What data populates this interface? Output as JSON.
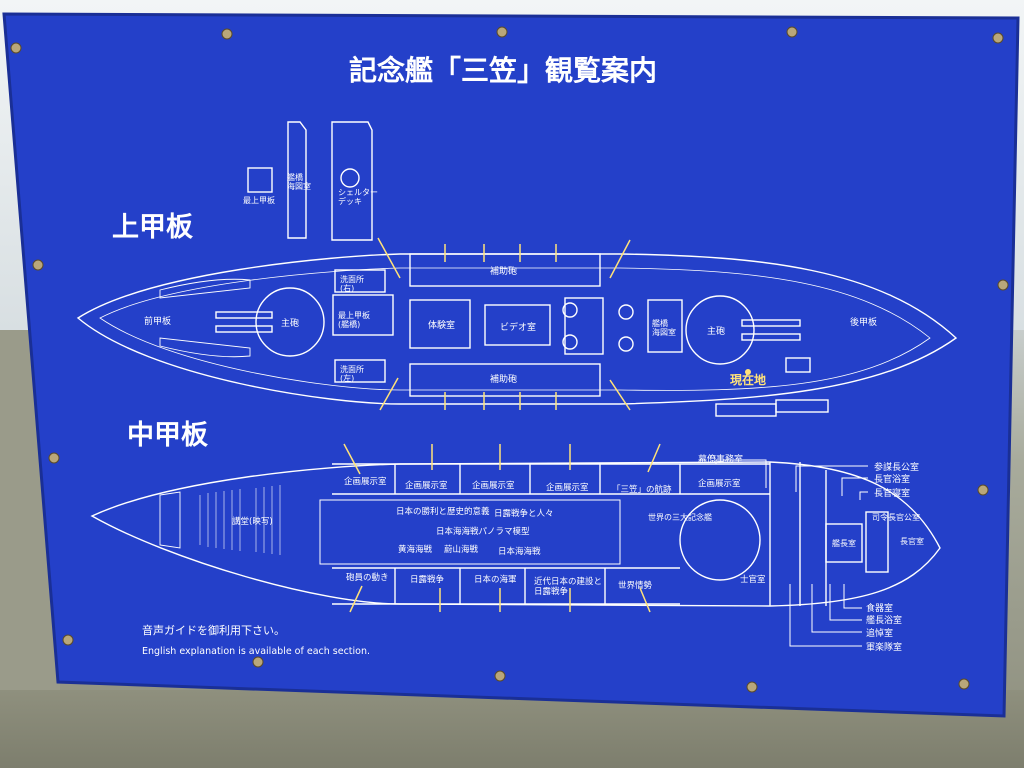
{
  "sign": {
    "title": "記念艦「三笠」観覧案内",
    "upper_deck_heading": "上甲板",
    "middle_deck_heading": "中甲板",
    "footer_jp": "音声ガイドを御利用下さい。",
    "footer_en": "English explanation is available of each section.",
    "colors": {
      "panel": "#2440c9",
      "line": "#ffffff",
      "accent": "#ffe27a"
    }
  },
  "upper_deck": {
    "top_structures": {
      "shelter_deck": "シェルター\nデッキ",
      "top_deck": "最上甲板",
      "chart_room": "艦橋\n海図室"
    },
    "labels": {
      "fore_deck": "前甲板",
      "main_gun_fore": "主砲",
      "washroom_right": "洗面所\n(右)",
      "washroom_left": "洗面所\n(左)",
      "bridge_ship": "最上甲板\n(艦橋)",
      "gym": "体験室",
      "video": "ビデオ室",
      "secondary_top": "補助砲",
      "secondary_bottom": "補助砲",
      "bridge_room": "艦橋\n海図室",
      "main_gun_aft": "主砲",
      "aft_deck": "後甲板",
      "you_are_here": "現在地"
    }
  },
  "middle_deck": {
    "labels": {
      "lecture": "講堂(映写)",
      "exhibit_1": "企画展示室",
      "exhibit_2": "企画展示室",
      "exhibit_3": "企画展示室",
      "exhibit_4": "企画展示室",
      "mikasa_path": "「三笠」の航跡",
      "exhibit_5": "企画展示室",
      "history": "日本の勝利と歴史的意義",
      "russo": "日露戦争と人々",
      "panorama": "日本海海戦パノラマ模型",
      "yellow_sea": "黄海海戦",
      "ulsan": "蔚山海戦",
      "japan_sea": "日本海海戦",
      "world_three": "世界の三大記念艦",
      "crew": "砲員の動き",
      "russo_war": "日露戦争",
      "navy": "日本の海軍",
      "modern": "近代日本の建設と\n日露戦争",
      "world_affairs": "世界情勢",
      "officers": "士官室",
      "command_room": "司令長官公室",
      "captain": "艦長室",
      "commander_room": "長官室"
    },
    "callouts_top": [
      "幕僚事務室",
      "参謀長公室",
      "長官浴室",
      "長官寝室"
    ],
    "callouts_bottom": [
      "食器室",
      "艦長浴室",
      "追悼室",
      "軍楽隊室"
    ]
  }
}
